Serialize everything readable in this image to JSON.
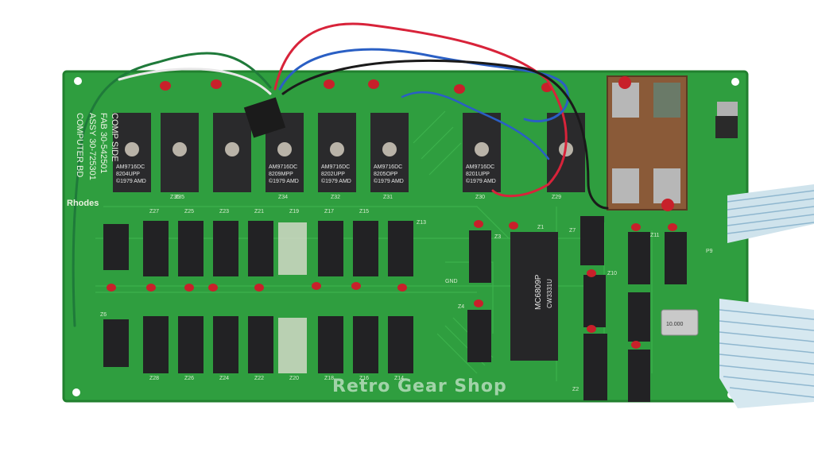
{
  "board": {
    "silkscreen_vertical": [
      "COMPUTER BD",
      "ASSY 30-725301",
      "FAB 30-542501",
      "COMP SIDE"
    ],
    "brand": "Rhodes",
    "eproms": [
      {
        "zone": "Z35",
        "marking": [
          "AM9716DC",
          "8204UPP",
          "©1979 AMD"
        ]
      },
      {
        "zone": "Z34",
        "marking": [
          "AM9716DC",
          "8209MPP",
          "©1979 AMD"
        ]
      },
      {
        "zone": "Z32",
        "marking": [
          "AM9716DC",
          "8202UPP",
          "©1979 AMD"
        ]
      },
      {
        "zone": "Z31",
        "marking": [
          "AM9716DC",
          "8205OPP",
          "©1979 AMD"
        ]
      },
      {
        "zone": "Z30",
        "marking": [
          "AM9716DC",
          "8201UPP",
          "©1979 AMD"
        ]
      }
    ],
    "cpu": {
      "zone": "Z1",
      "marking": [
        "MC6809P",
        "CW3331U"
      ]
    },
    "zone_labels": [
      "Z27",
      "Z25",
      "Z23",
      "Z21",
      "Z19",
      "Z17",
      "Z15",
      "Z13",
      "Z3",
      "Z4",
      "Z6",
      "Z28",
      "Z26",
      "Z24",
      "Z22",
      "Z20",
      "Z18",
      "Z16",
      "Z14",
      "Z7",
      "Z10",
      "Z11",
      "Z2",
      "Z29",
      "Z36",
      "P9"
    ],
    "crystal": "10.000",
    "gnd_label": "GND"
  },
  "watermark": "Retro Gear Shop",
  "colors": {
    "pcb": "#2f9e3f",
    "pcb_dark": "#1f7a2e",
    "chip": "#2a2a2c",
    "capacitor": "#c8202a",
    "wire_red": "#d8233a",
    "wire_blue": "#2a5fc4",
    "wire_black": "#1a1a1a",
    "wire_green": "#1f7a3a"
  }
}
